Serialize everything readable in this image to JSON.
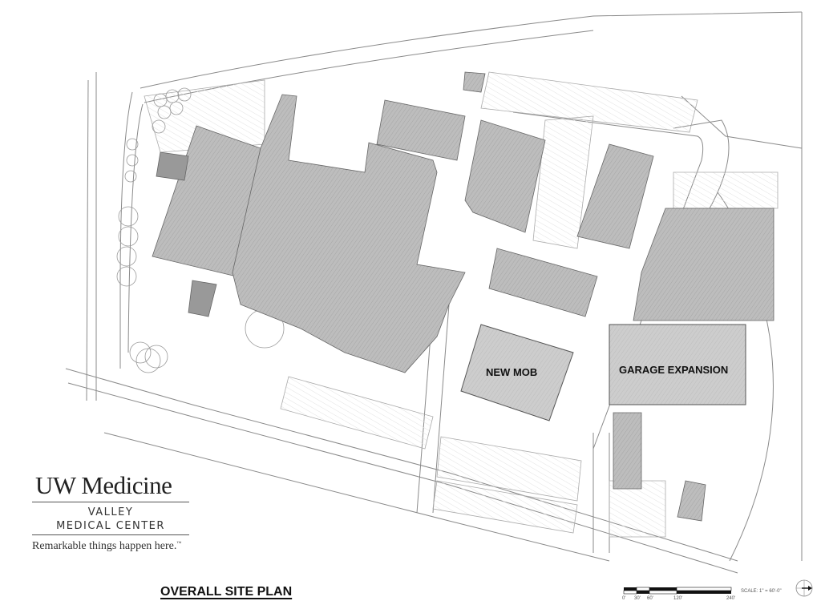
{
  "drawing": {
    "title": "OVERALL SITE PLAN",
    "type": "architectural site plan"
  },
  "logo": {
    "brand": "UW Medicine",
    "line1": "VALLEY",
    "line2": "MEDICAL CENTER",
    "tagline": "Remarkable things happen here.",
    "trademark": "™"
  },
  "labels": {
    "new_mob": "NEW MOB",
    "garage_expansion": "GARAGE EXPANSION"
  },
  "scale_bar": {
    "text": "SCALE: 1\" = 60'-0\"",
    "ticks": [
      "0'",
      "30'",
      "60'",
      "120'",
      "240'"
    ]
  },
  "north_arrow": {
    "icon": "north-arrow-icon",
    "direction": "right"
  },
  "colors": {
    "building_fill": "#b8b8b8",
    "building_hatch": "#a0a0a0",
    "new_construction_fill": "#c8c8c8",
    "linework": "#777777",
    "background": "#ffffff"
  }
}
